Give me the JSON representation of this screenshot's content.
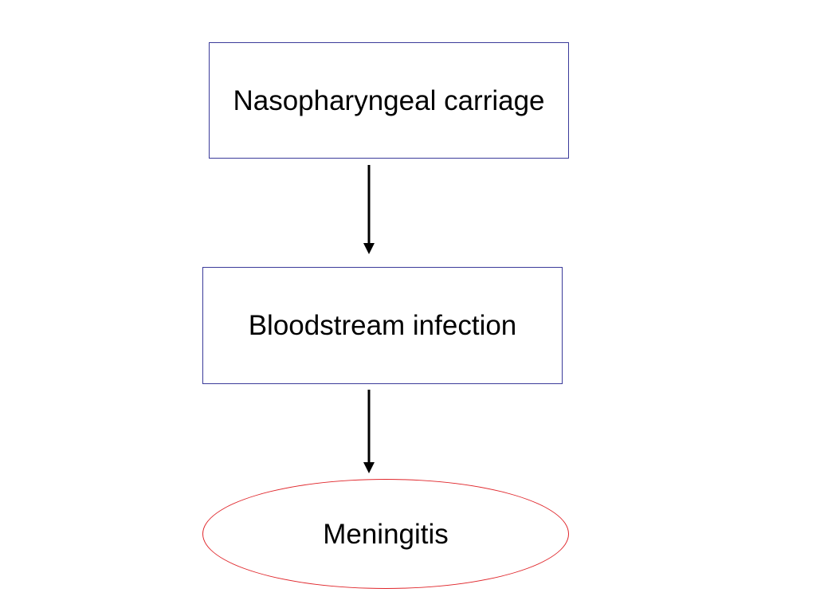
{
  "diagram": {
    "nodes": [
      {
        "label": "Nasopharyngeal carriage",
        "shape": "rectangle",
        "border_color": "#3b3b9a"
      },
      {
        "label": "Bloodstream infection",
        "shape": "rectangle",
        "border_color": "#3b3b9a"
      },
      {
        "label": "Meningitis",
        "shape": "ellipse",
        "border_color": "#e0262b"
      }
    ],
    "edges": [
      {
        "from": "Nasopharyngeal carriage",
        "to": "Bloodstream infection"
      },
      {
        "from": "Bloodstream infection",
        "to": "Meningitis"
      }
    ],
    "arrow_color": "#000000"
  }
}
